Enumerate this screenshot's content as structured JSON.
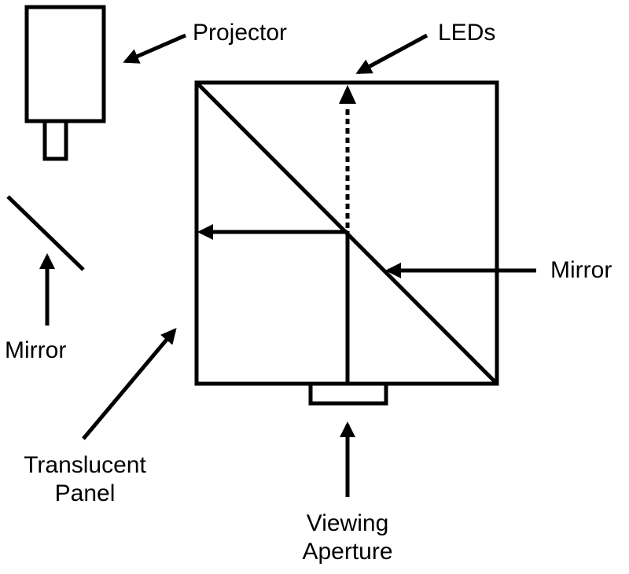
{
  "labels": {
    "projector": "Projector",
    "leds": "LEDs",
    "mirror_left": "Mirror",
    "mirror_right": "Mirror",
    "translucent_panel_line1": "Translucent",
    "translucent_panel_line2": "Panel",
    "viewing_aperture_line1": "Viewing",
    "viewing_aperture_line2": "Aperture"
  },
  "colors": {
    "stroke": "#000000",
    "background": "#ffffff"
  }
}
